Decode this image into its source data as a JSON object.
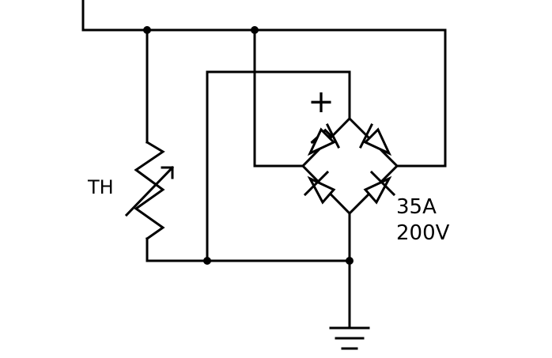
{
  "thermistor": {
    "label": "TH"
  },
  "bridge_rectifier": {
    "polarity_mark": "+",
    "current_rating": "35A",
    "voltage_rating": "200V"
  },
  "colors": {
    "ink": "#000000",
    "background": "#ffffff"
  },
  "icons": [
    "thermistor-icon",
    "diode-icon",
    "ground-icon",
    "junction-dot"
  ]
}
